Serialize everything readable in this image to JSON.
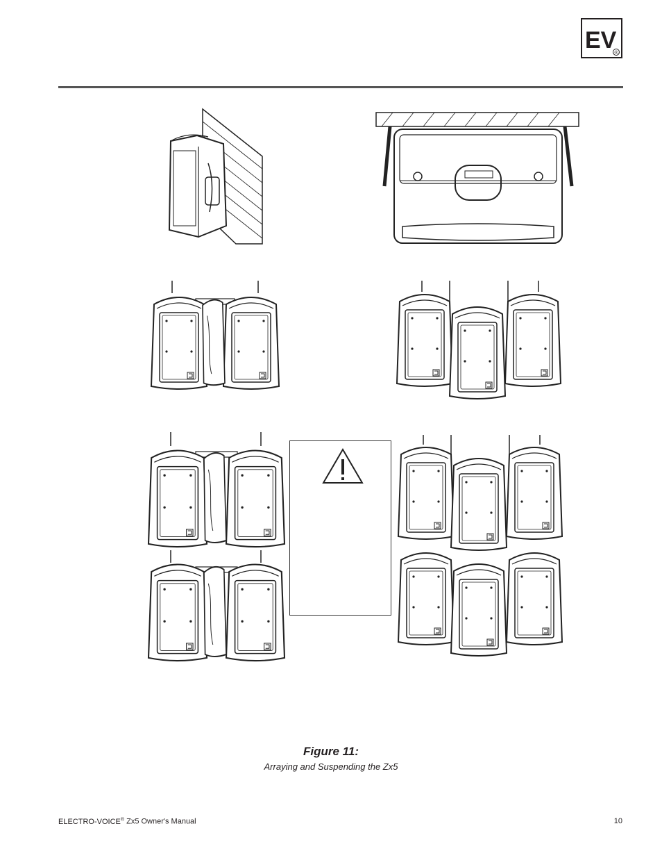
{
  "header": {
    "logo": {
      "text": "EV",
      "mark": "®",
      "icon": "electro-voice-logo"
    }
  },
  "figure": {
    "title": "Figure 11:",
    "caption": "Arraying and Suspending the Zx5",
    "panels": [
      {
        "id": "wall-mount",
        "icon": "speaker-wall-mount"
      },
      {
        "id": "ceiling-mount",
        "icon": "speaker-ceiling-yoke"
      },
      {
        "id": "two-wide-array",
        "icon": "two-speaker-array"
      },
      {
        "id": "three-wide-array",
        "icon": "three-speaker-array"
      },
      {
        "id": "two-by-two-array",
        "icon": "four-speaker-array"
      },
      {
        "id": "three-by-two-array",
        "icon": "six-speaker-array"
      }
    ],
    "caution": {
      "icon": "warning-triangle-icon"
    }
  },
  "footer": {
    "brand": "ELECTRO-VOICE",
    "brand_mark": "®",
    "manual": "Zx5 Owner's Manual",
    "page_number": "10"
  }
}
